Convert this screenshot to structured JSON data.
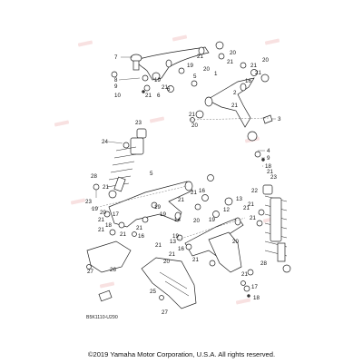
{
  "diagram": {
    "callouts": [
      "1",
      "2",
      "3",
      "4",
      "5",
      "6",
      "7",
      "8",
      "9",
      "10",
      "11",
      "12",
      "13",
      "14",
      "15",
      "16",
      "17",
      "18",
      "19",
      "20",
      "21",
      "22",
      "23",
      "24",
      "25",
      "26",
      "27",
      "28",
      "29"
    ]
  },
  "drawing_code": "B5K1110-U290",
  "footer": "©2019 Yamaha Motor Corporation, U.S.A. All rights reserved."
}
